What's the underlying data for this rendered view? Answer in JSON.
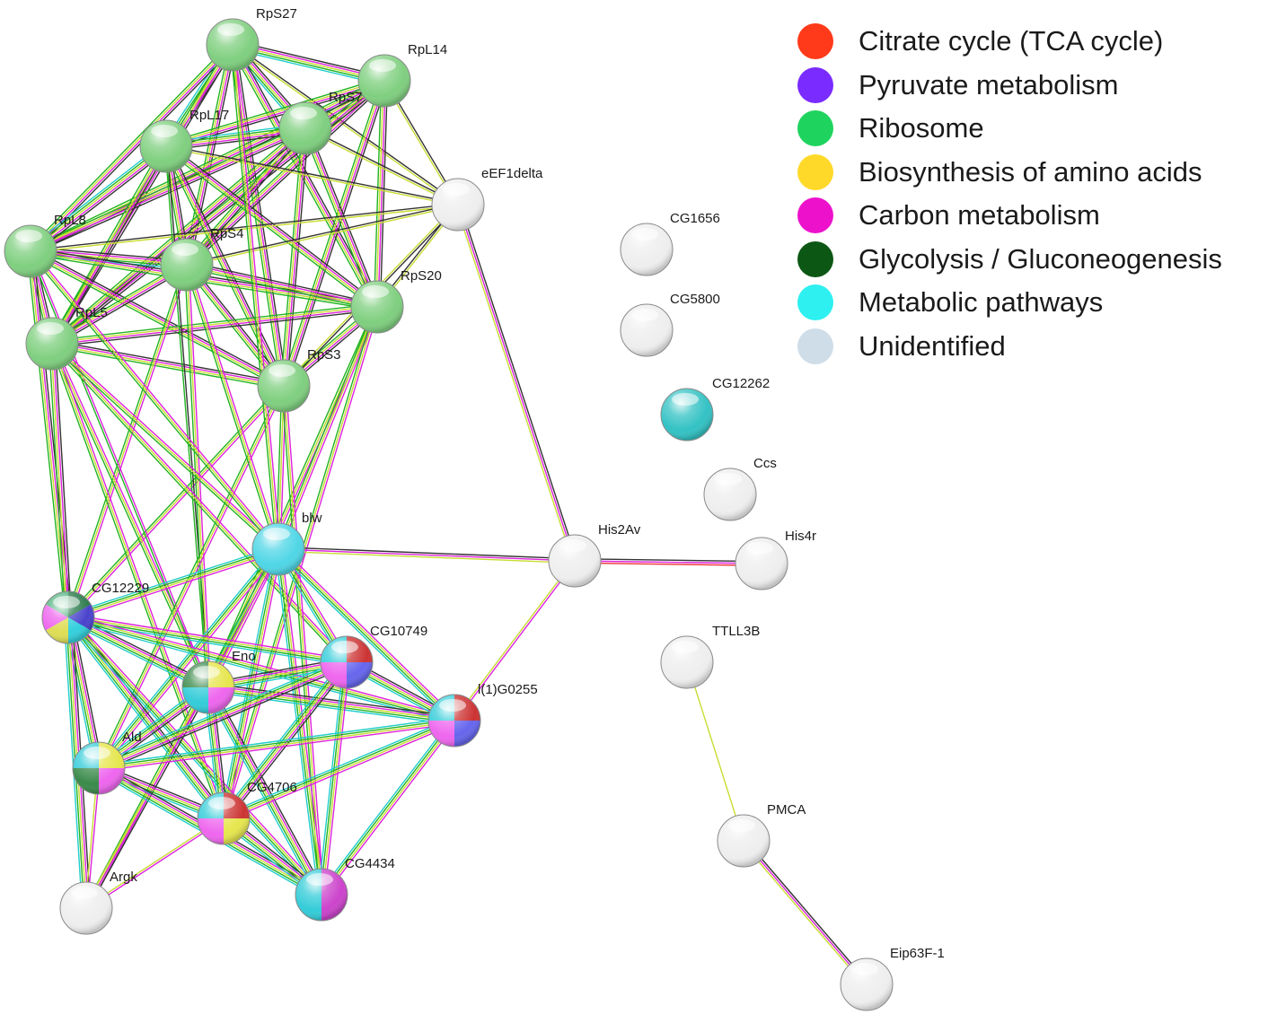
{
  "legend": [
    {
      "label": "Citrate cycle (TCA cycle)",
      "color": "#ff3a1a"
    },
    {
      "label": "Pyruvate metabolism",
      "color": "#7a2bff"
    },
    {
      "label": "Ribosome",
      "color": "#1ed45e"
    },
    {
      "label": "Biosynthesis of amino acids",
      "color": "#ffd92a"
    },
    {
      "label": "Carbon metabolism",
      "color": "#ee11cc"
    },
    {
      "label": "Glycolysis / Gluconeogenesis",
      "color": "#0d5714"
    },
    {
      "label": "Metabolic pathways",
      "color": "#2ef0f0"
    },
    {
      "label": "Unidentified",
      "color": "#cfdde8"
    }
  ],
  "edge_colors": {
    "black": "#333333",
    "magenta": "#dd22dd",
    "yellow": "#c8dc32",
    "green": "#22b422",
    "cyan": "#22cccc",
    "blue": "#2255ee",
    "red": "#ee3333"
  },
  "nodes": [
    {
      "id": "RpS27",
      "label": "RpS27",
      "colors": [
        "#7fcf7f"
      ]
    },
    {
      "id": "RpL14",
      "label": "RpL14",
      "colors": [
        "#7fcf7f"
      ]
    },
    {
      "id": "RpS7",
      "label": "RpS7",
      "colors": [
        "#7fcf7f"
      ]
    },
    {
      "id": "RpL17",
      "label": "RpL17",
      "colors": [
        "#7fcf7f"
      ]
    },
    {
      "id": "eEF1delta",
      "label": "eEF1delta",
      "colors": [
        "#eeeeee"
      ]
    },
    {
      "id": "RpL8",
      "label": "RpL8",
      "colors": [
        "#7fcf7f"
      ]
    },
    {
      "id": "RpS4",
      "label": "RpS4",
      "colors": [
        "#7fcf7f"
      ]
    },
    {
      "id": "RpS20",
      "label": "RpS20",
      "colors": [
        "#7fcf7f"
      ]
    },
    {
      "id": "RpL5",
      "label": "RpL5",
      "colors": [
        "#7fcf7f"
      ]
    },
    {
      "id": "RpS3",
      "label": "RpS3",
      "colors": [
        "#7fcf7f"
      ]
    },
    {
      "id": "CG1656",
      "label": "CG1656",
      "colors": [
        "#eeeeee"
      ]
    },
    {
      "id": "CG5800",
      "label": "CG5800",
      "colors": [
        "#eeeeee"
      ]
    },
    {
      "id": "CG12262",
      "label": "CG12262",
      "colors": [
        "#33c2c4"
      ]
    },
    {
      "id": "Ccs",
      "label": "Ccs",
      "colors": [
        "#eeeeee"
      ]
    },
    {
      "id": "blw",
      "label": "blw",
      "colors": [
        "#4fd6e6"
      ]
    },
    {
      "id": "His2Av",
      "label": "His2Av",
      "colors": [
        "#eeeeee"
      ]
    },
    {
      "id": "His4r",
      "label": "His4r",
      "colors": [
        "#eeeeee"
      ]
    },
    {
      "id": "CG12229",
      "label": "CG12229",
      "colors": [
        "#2a7a4a",
        "#4a43cc",
        "#33d0dc",
        "#dddd55",
        "#ee66ee",
        "#4ab07a"
      ]
    },
    {
      "id": "TTLL3B",
      "label": "TTLL3B",
      "colors": [
        "#eeeeee"
      ]
    },
    {
      "id": "CG10749",
      "label": "CG10749",
      "colors": [
        "#cc3333",
        "#6666ee",
        "#ee66ee",
        "#33ccd8"
      ]
    },
    {
      "id": "Eno",
      "label": "Eno",
      "colors": [
        "#e6e64e",
        "#ee66ee",
        "#33ccd8",
        "#3a8a4a"
      ]
    },
    {
      "id": "l(1)G0255",
      "label": "l(1)G0255",
      "colors": [
        "#cc3333",
        "#6666ee",
        "#ee66ee",
        "#33ccd8"
      ]
    },
    {
      "id": "Ald",
      "label": "Ald",
      "colors": [
        "#e6e64e",
        "#ee66ee",
        "#3a8a4a",
        "#33ccd8"
      ]
    },
    {
      "id": "CG4706",
      "label": "CG4706",
      "colors": [
        "#cc3333",
        "#e6e64e",
        "#ee66ee",
        "#33ccd8"
      ]
    },
    {
      "id": "PMCA",
      "label": "PMCA",
      "colors": [
        "#eeeeee"
      ]
    },
    {
      "id": "Argk",
      "label": "Argk",
      "colors": [
        "#eeeeee"
      ]
    },
    {
      "id": "CG4434",
      "label": "CG4434",
      "colors": [
        "#cc44cc",
        "#cc44cc",
        "#33ccd8",
        "#33ccd8"
      ]
    },
    {
      "id": "Eip63F-1",
      "label": "Eip63F-1",
      "colors": [
        "#eeeeee"
      ]
    }
  ],
  "edges": [
    {
      "from": "RpS27",
      "to": "RpL14",
      "colors": [
        "black",
        "magenta",
        "yellow",
        "green",
        "cyan"
      ]
    },
    {
      "from": "RpS27",
      "to": "RpS7",
      "colors": [
        "black",
        "magenta",
        "yellow",
        "green",
        "cyan"
      ]
    },
    {
      "from": "RpS27",
      "to": "RpL17",
      "colors": [
        "black",
        "magenta",
        "yellow",
        "green",
        "cyan"
      ]
    },
    {
      "from": "RpS27",
      "to": "RpL8",
      "colors": [
        "black",
        "magenta",
        "yellow",
        "green"
      ]
    },
    {
      "from": "RpS27",
      "to": "RpS4",
      "colors": [
        "black",
        "magenta",
        "yellow",
        "green"
      ]
    },
    {
      "from": "RpS27",
      "to": "RpS20",
      "colors": [
        "black",
        "magenta",
        "yellow",
        "green"
      ]
    },
    {
      "from": "RpS27",
      "to": "RpL5",
      "colors": [
        "black",
        "magenta",
        "yellow",
        "green"
      ]
    },
    {
      "from": "RpS27",
      "to": "RpS3",
      "colors": [
        "black",
        "magenta",
        "yellow",
        "green"
      ]
    },
    {
      "from": "RpS27",
      "to": "eEF1delta",
      "colors": [
        "black",
        "yellow"
      ]
    },
    {
      "from": "RpL14",
      "to": "RpS7",
      "colors": [
        "black",
        "magenta",
        "yellow",
        "green",
        "cyan"
      ]
    },
    {
      "from": "RpL14",
      "to": "RpL17",
      "colors": [
        "black",
        "magenta",
        "yellow",
        "green"
      ]
    },
    {
      "from": "RpL14",
      "to": "RpL8",
      "colors": [
        "black",
        "magenta",
        "yellow",
        "green"
      ]
    },
    {
      "from": "RpL14",
      "to": "RpS4",
      "colors": [
        "black",
        "magenta",
        "yellow",
        "green"
      ]
    },
    {
      "from": "RpL14",
      "to": "RpS20",
      "colors": [
        "black",
        "magenta",
        "yellow",
        "green"
      ]
    },
    {
      "from": "RpL14",
      "to": "RpL5",
      "colors": [
        "black",
        "magenta",
        "yellow",
        "green"
      ]
    },
    {
      "from": "RpL14",
      "to": "RpS3",
      "colors": [
        "black",
        "magenta",
        "yellow",
        "green"
      ]
    },
    {
      "from": "RpL14",
      "to": "eEF1delta",
      "colors": [
        "black",
        "yellow"
      ]
    },
    {
      "from": "RpS7",
      "to": "RpL17",
      "colors": [
        "black",
        "magenta",
        "yellow",
        "green",
        "cyan"
      ]
    },
    {
      "from": "RpS7",
      "to": "RpL8",
      "colors": [
        "black",
        "magenta",
        "yellow",
        "green"
      ]
    },
    {
      "from": "RpS7",
      "to": "RpS4",
      "colors": [
        "black",
        "magenta",
        "yellow",
        "green"
      ]
    },
    {
      "from": "RpS7",
      "to": "RpS20",
      "colors": [
        "black",
        "magenta",
        "yellow",
        "green"
      ]
    },
    {
      "from": "RpS7",
      "to": "RpL5",
      "colors": [
        "black",
        "magenta",
        "yellow",
        "green"
      ]
    },
    {
      "from": "RpS7",
      "to": "RpS3",
      "colors": [
        "black",
        "magenta",
        "yellow",
        "green"
      ]
    },
    {
      "from": "RpS7",
      "to": "eEF1delta",
      "colors": [
        "black",
        "yellow"
      ]
    },
    {
      "from": "RpL17",
      "to": "RpL8",
      "colors": [
        "black",
        "magenta",
        "yellow",
        "green",
        "cyan"
      ]
    },
    {
      "from": "RpL17",
      "to": "RpS4",
      "colors": [
        "black",
        "magenta",
        "yellow",
        "green"
      ]
    },
    {
      "from": "RpL17",
      "to": "RpS20",
      "colors": [
        "black",
        "magenta",
        "yellow",
        "green"
      ]
    },
    {
      "from": "RpL17",
      "to": "RpL5",
      "colors": [
        "black",
        "magenta",
        "yellow",
        "green"
      ]
    },
    {
      "from": "RpL17",
      "to": "RpS3",
      "colors": [
        "black",
        "magenta",
        "yellow",
        "green"
      ]
    },
    {
      "from": "RpL17",
      "to": "eEF1delta",
      "colors": [
        "black",
        "yellow"
      ]
    },
    {
      "from": "RpL8",
      "to": "RpS4",
      "colors": [
        "black",
        "magenta",
        "yellow",
        "green",
        "cyan"
      ]
    },
    {
      "from": "RpL8",
      "to": "RpS20",
      "colors": [
        "black",
        "magenta",
        "yellow",
        "green"
      ]
    },
    {
      "from": "RpL8",
      "to": "RpL5",
      "colors": [
        "black",
        "magenta",
        "yellow",
        "green"
      ]
    },
    {
      "from": "RpL8",
      "to": "RpS3",
      "colors": [
        "black",
        "magenta",
        "yellow",
        "green"
      ]
    },
    {
      "from": "RpL8",
      "to": "eEF1delta",
      "colors": [
        "black",
        "yellow"
      ]
    },
    {
      "from": "RpS4",
      "to": "RpS20",
      "colors": [
        "black",
        "magenta",
        "yellow",
        "green"
      ]
    },
    {
      "from": "RpS4",
      "to": "RpL5",
      "colors": [
        "black",
        "magenta",
        "yellow",
        "green"
      ]
    },
    {
      "from": "RpS4",
      "to": "RpS3",
      "colors": [
        "black",
        "magenta",
        "yellow",
        "green"
      ]
    },
    {
      "from": "RpS4",
      "to": "eEF1delta",
      "colors": [
        "black",
        "yellow"
      ]
    },
    {
      "from": "RpS20",
      "to": "RpL5",
      "colors": [
        "black",
        "magenta",
        "yellow",
        "green"
      ]
    },
    {
      "from": "RpS20",
      "to": "RpS3",
      "colors": [
        "black",
        "magenta",
        "yellow",
        "green"
      ]
    },
    {
      "from": "RpS20",
      "to": "eEF1delta",
      "colors": [
        "black",
        "yellow"
      ]
    },
    {
      "from": "RpL5",
      "to": "RpS3",
      "colors": [
        "black",
        "magenta",
        "yellow",
        "green"
      ]
    },
    {
      "from": "eEF1delta",
      "to": "RpS3",
      "colors": [
        "black",
        "yellow"
      ]
    },
    {
      "from": "eEF1delta",
      "to": "His2Av",
      "colors": [
        "black",
        "magenta",
        "yellow"
      ]
    },
    {
      "from": "RpL8",
      "to": "CG12229",
      "colors": [
        "black",
        "magenta",
        "yellow",
        "green"
      ]
    },
    {
      "from": "RpL5",
      "to": "CG12229",
      "colors": [
        "black",
        "magenta",
        "yellow",
        "green"
      ]
    },
    {
      "from": "RpS4",
      "to": "CG12229",
      "colors": [
        "magenta",
        "yellow",
        "green"
      ]
    },
    {
      "from": "RpS3",
      "to": "CG12229",
      "colors": [
        "magenta",
        "yellow",
        "green"
      ]
    },
    {
      "from": "RpL17",
      "to": "Eno",
      "colors": [
        "black",
        "green"
      ]
    },
    {
      "from": "RpS4",
      "to": "Eno",
      "colors": [
        "magenta",
        "yellow",
        "green"
      ]
    },
    {
      "from": "RpS20",
      "to": "Eno",
      "colors": [
        "magenta",
        "yellow",
        "green"
      ]
    },
    {
      "from": "RpL5",
      "to": "Eno",
      "colors": [
        "magenta",
        "yellow",
        "green"
      ]
    },
    {
      "from": "RpL8",
      "to": "Eno",
      "colors": [
        "magenta",
        "green"
      ]
    },
    {
      "from": "RpL5",
      "to": "CG4706",
      "colors": [
        "magenta",
        "yellow",
        "green"
      ]
    },
    {
      "from": "RpS3",
      "to": "Ald",
      "colors": [
        "magenta",
        "yellow",
        "green"
      ]
    },
    {
      "from": "RpL5",
      "to": "CG10749",
      "colors": [
        "magenta",
        "yellow",
        "green"
      ]
    },
    {
      "from": "RpL5",
      "to": "blw",
      "colors": [
        "magenta",
        "yellow",
        "green"
      ]
    },
    {
      "from": "RpL8",
      "to": "blw",
      "colors": [
        "magenta",
        "yellow",
        "green"
      ]
    },
    {
      "from": "RpS4",
      "to": "blw",
      "colors": [
        "magenta",
        "yellow",
        "green"
      ]
    },
    {
      "from": "RpS3",
      "to": "blw",
      "colors": [
        "magenta",
        "yellow",
        "green"
      ]
    },
    {
      "from": "RpS20",
      "to": "blw",
      "colors": [
        "magenta",
        "yellow",
        "green"
      ]
    },
    {
      "from": "RpS3",
      "to": "CG4434",
      "colors": [
        "magenta",
        "yellow",
        "green"
      ]
    },
    {
      "from": "RpS20",
      "to": "CG4706",
      "colors": [
        "magenta",
        "yellow",
        "green"
      ]
    },
    {
      "from": "RpS27",
      "to": "blw",
      "colors": [
        "magenta",
        "yellow",
        "green"
      ]
    },
    {
      "from": "blw",
      "to": "His2Av",
      "colors": [
        "black",
        "magenta",
        "yellow"
      ]
    },
    {
      "from": "blw",
      "to": "CG12229",
      "colors": [
        "magenta",
        "yellow",
        "green",
        "cyan"
      ]
    },
    {
      "from": "blw",
      "to": "Eno",
      "colors": [
        "magenta",
        "yellow",
        "green",
        "cyan"
      ]
    },
    {
      "from": "blw",
      "to": "CG10749",
      "colors": [
        "magenta",
        "yellow",
        "green",
        "cyan"
      ]
    },
    {
      "from": "blw",
      "to": "l(1)G0255",
      "colors": [
        "magenta",
        "yellow",
        "green",
        "cyan"
      ]
    },
    {
      "from": "blw",
      "to": "Ald",
      "colors": [
        "magenta",
        "yellow",
        "green",
        "cyan"
      ]
    },
    {
      "from": "blw",
      "to": "CG4706",
      "colors": [
        "magenta",
        "yellow",
        "green",
        "cyan"
      ]
    },
    {
      "from": "blw",
      "to": "CG4434",
      "colors": [
        "magenta",
        "yellow",
        "green",
        "cyan"
      ]
    },
    {
      "from": "blw",
      "to": "Argk",
      "colors": [
        "magenta",
        "yellow",
        "green"
      ]
    },
    {
      "from": "His2Av",
      "to": "His4r",
      "colors": [
        "black",
        "magenta",
        "red"
      ]
    },
    {
      "from": "His2Av",
      "to": "l(1)G0255",
      "colors": [
        "magenta",
        "yellow"
      ]
    },
    {
      "from": "CG12229",
      "to": "Eno",
      "colors": [
        "black",
        "magenta",
        "yellow",
        "green",
        "cyan"
      ]
    },
    {
      "from": "CG12229",
      "to": "CG10749",
      "colors": [
        "magenta",
        "yellow",
        "green",
        "cyan"
      ]
    },
    {
      "from": "CG12229",
      "to": "l(1)G0255",
      "colors": [
        "magenta",
        "yellow",
        "green",
        "cyan"
      ]
    },
    {
      "from": "CG12229",
      "to": "Ald",
      "colors": [
        "black",
        "magenta",
        "yellow",
        "green",
        "cyan"
      ]
    },
    {
      "from": "CG12229",
      "to": "CG4706",
      "colors": [
        "black",
        "magenta",
        "yellow",
        "green",
        "cyan"
      ]
    },
    {
      "from": "CG12229",
      "to": "CG4434",
      "colors": [
        "magenta",
        "yellow",
        "green",
        "cyan"
      ]
    },
    {
      "from": "CG12229",
      "to": "Argk",
      "colors": [
        "black",
        "magenta",
        "yellow",
        "green",
        "cyan"
      ]
    },
    {
      "from": "Eno",
      "to": "CG10749",
      "colors": [
        "black",
        "magenta",
        "yellow",
        "green",
        "cyan"
      ]
    },
    {
      "from": "Eno",
      "to": "l(1)G0255",
      "colors": [
        "black",
        "magenta",
        "yellow",
        "green",
        "cyan"
      ]
    },
    {
      "from": "Eno",
      "to": "Ald",
      "colors": [
        "black",
        "magenta",
        "yellow",
        "green",
        "cyan"
      ]
    },
    {
      "from": "Eno",
      "to": "CG4706",
      "colors": [
        "black",
        "magenta",
        "yellow",
        "green",
        "cyan"
      ]
    },
    {
      "from": "Eno",
      "to": "CG4434",
      "colors": [
        "black",
        "magenta",
        "yellow",
        "green",
        "cyan"
      ]
    },
    {
      "from": "Eno",
      "to": "Argk",
      "colors": [
        "black",
        "magenta",
        "yellow"
      ]
    },
    {
      "from": "CG10749",
      "to": "l(1)G0255",
      "colors": [
        "black",
        "magenta",
        "yellow",
        "green",
        "cyan"
      ]
    },
    {
      "from": "CG10749",
      "to": "Ald",
      "colors": [
        "black",
        "magenta",
        "yellow",
        "green",
        "cyan"
      ]
    },
    {
      "from": "CG10749",
      "to": "CG4706",
      "colors": [
        "black",
        "magenta",
        "yellow",
        "green",
        "cyan"
      ]
    },
    {
      "from": "CG10749",
      "to": "CG4434",
      "colors": [
        "magenta",
        "yellow",
        "green",
        "cyan"
      ]
    },
    {
      "from": "l(1)G0255",
      "to": "Ald",
      "colors": [
        "magenta",
        "yellow",
        "green",
        "cyan"
      ]
    },
    {
      "from": "l(1)G0255",
      "to": "CG4706",
      "colors": [
        "magenta",
        "yellow",
        "green",
        "cyan"
      ]
    },
    {
      "from": "l(1)G0255",
      "to": "CG4434",
      "colors": [
        "magenta",
        "yellow",
        "green",
        "cyan"
      ]
    },
    {
      "from": "Ald",
      "to": "CG4706",
      "colors": [
        "black",
        "magenta",
        "yellow",
        "green",
        "cyan"
      ]
    },
    {
      "from": "Ald",
      "to": "CG4434",
      "colors": [
        "black",
        "magenta",
        "yellow",
        "green",
        "cyan"
      ]
    },
    {
      "from": "Ald",
      "to": "Argk",
      "colors": [
        "magenta",
        "yellow"
      ]
    },
    {
      "from": "CG4706",
      "to": "CG4434",
      "colors": [
        "black",
        "magenta",
        "yellow",
        "green",
        "cyan"
      ]
    },
    {
      "from": "CG4706",
      "to": "Argk",
      "colors": [
        "magenta",
        "yellow"
      ]
    },
    {
      "from": "TTLL3B",
      "to": "PMCA",
      "colors": [
        "yellow"
      ]
    },
    {
      "from": "PMCA",
      "to": "Eip63F-1",
      "colors": [
        "black",
        "magenta",
        "yellow"
      ]
    }
  ]
}
